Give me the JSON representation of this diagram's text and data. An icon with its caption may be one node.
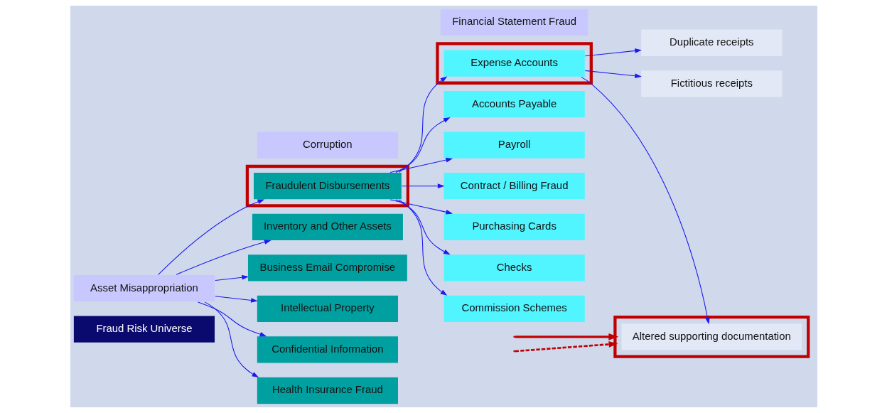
{
  "diagram": {
    "nodes": [
      {
        "text": [
          "Fraud Risk Universe"
        ]
      },
      {
        "text": [
          "Asset Misappropriation"
        ]
      },
      {
        "text": [
          "Corruption"
        ]
      },
      {
        "text": [
          "Financial Statement Fraud"
        ]
      },
      {
        "text": [],
        "shape": "box"
      },
      {
        "text": [
          "Fraudulent Disbursements"
        ],
        "in": 4
      },
      {
        "text": [
          "Inventory and Other Assets"
        ]
      },
      {
        "text": [
          "Business Email Compromise"
        ]
      },
      {
        "text": [
          "Intellectual Property"
        ]
      },
      {
        "text": [
          "Confidential Information"
        ]
      },
      {
        "text": [
          "Health Insurance Fraud"
        ]
      },
      {
        "text": [],
        "shape": "box"
      },
      {
        "text": [
          "Expense Accounts"
        ],
        "in": 11
      },
      {
        "text": [
          "Accounts Payable"
        ]
      },
      {
        "text": [
          "Payroll"
        ]
      },
      {
        "text": [
          "Contract / Billing Fraud"
        ]
      },
      {
        "text": [
          "Purchasing Cards"
        ]
      },
      {
        "text": [
          "Checks"
        ]
      },
      {
        "text": [
          "Commission Schemes"
        ]
      },
      {
        "text": [],
        "shape": "box"
      },
      {
        "text": [
          "Altered supporting documentation"
        ],
        "in": 19
      },
      {
        "text": [
          "Duplicate receipts"
        ]
      },
      {
        "text": [
          "Fictitious receipts"
        ]
      }
    ],
    "edges": [
      {
        "from": 1,
        "to": 5,
        "arrow": "to"
      },
      {
        "from": 1,
        "to": 6,
        "arrow": "to"
      },
      {
        "from": 1,
        "to": 7,
        "arrow": "to"
      },
      {
        "from": 1,
        "to": 8,
        "arrow": "to"
      },
      {
        "from": 1,
        "to": 9,
        "arrow": "to"
      },
      {
        "from": 1,
        "to": 10,
        "arrow": "to"
      },
      {
        "from": 5,
        "to": 12,
        "arrow": "to"
      },
      {
        "from": 5,
        "to": 13,
        "arrow": "to"
      },
      {
        "from": 5,
        "to": 14,
        "arrow": "to"
      },
      {
        "from": 5,
        "to": 15,
        "arrow": "to"
      },
      {
        "from": 5,
        "to": 16,
        "arrow": "to"
      },
      {
        "from": 5,
        "to": 17,
        "arrow": "to"
      },
      {
        "from": 5,
        "to": 18,
        "arrow": "to"
      },
      {
        "from": 12,
        "to": 20,
        "arrow": "to"
      },
      {
        "from": 12,
        "to": 21,
        "arrow": "to"
      },
      {
        "from": 12,
        "to": 22,
        "arrow": "to"
      },
      {
        "from": null,
        "to": 19,
        "arrow": "to",
        "style": "dashed",
        "color": "#c00000"
      },
      {
        "from": null,
        "to": 19,
        "arrow": "to",
        "style": "thick",
        "color": "#c00000"
      }
    ]
  }
}
